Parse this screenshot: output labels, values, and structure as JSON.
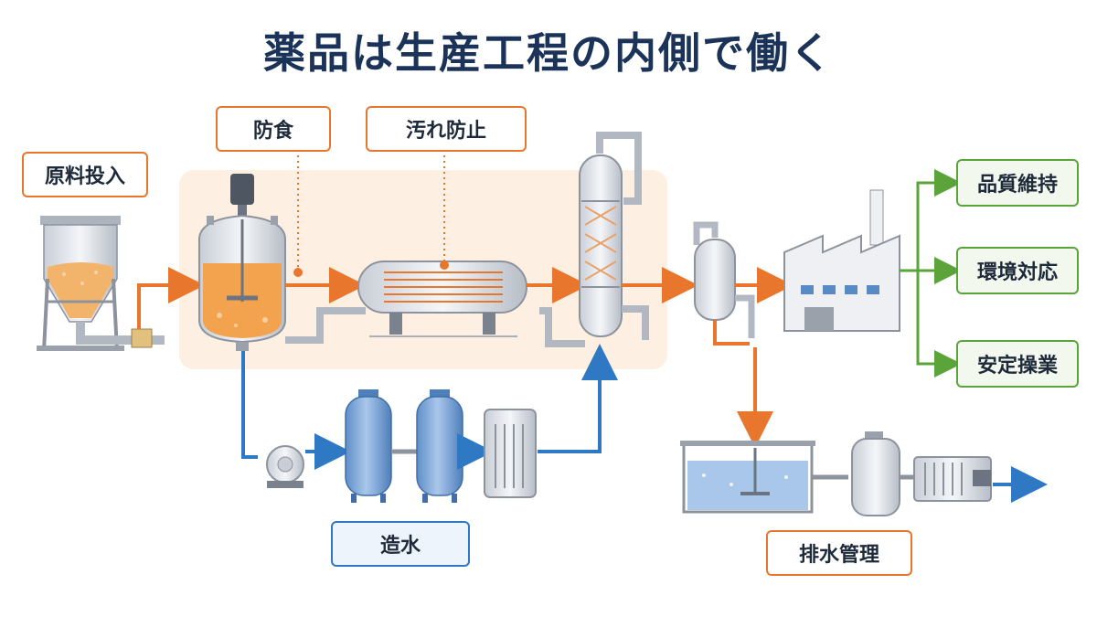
{
  "title": "薬品は生産工程の内側で働く",
  "labels": {
    "raw_input": "原料投入",
    "anticorrosion": "防食",
    "antifouling": "汚れ防止",
    "water_production": "造水",
    "wastewater": "排水管理",
    "quality": "品質維持",
    "environment": "環境対応",
    "stable_operation": "安定操業"
  },
  "colors": {
    "process_flow": "#e8762c",
    "water_flow": "#2f78c4",
    "outputs": "#5aa43a",
    "highlight_area": "#fdf0e2",
    "title": "#1b3358"
  }
}
